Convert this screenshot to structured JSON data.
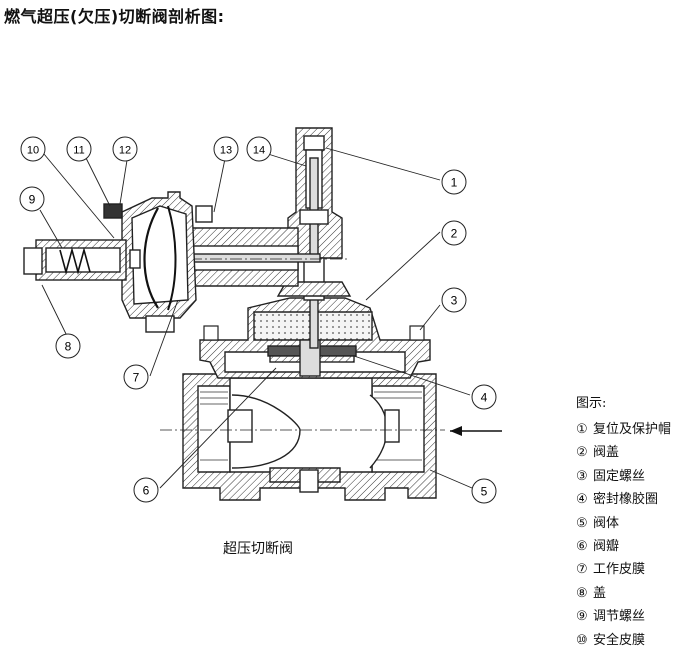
{
  "title": "燃气超压(欠压)切断阀剖析图:",
  "caption": "超压切断阀",
  "legend": {
    "title": "图示:",
    "items": [
      {
        "num": "①",
        "label": "复位及保护帽"
      },
      {
        "num": "②",
        "label": "阀盖"
      },
      {
        "num": "③",
        "label": "固定螺丝"
      },
      {
        "num": "④",
        "label": "密封橡胶圈"
      },
      {
        "num": "⑤",
        "label": "阀体"
      },
      {
        "num": "⑥",
        "label": "阀瓣"
      },
      {
        "num": "⑦",
        "label": "工作皮膜"
      },
      {
        "num": "⑧",
        "label": "盖"
      },
      {
        "num": "⑨",
        "label": "调节螺丝"
      },
      {
        "num": "⑩",
        "label": "安全皮膜"
      }
    ]
  },
  "callouts": [
    "1",
    "2",
    "3",
    "4",
    "5",
    "6",
    "7",
    "8",
    "9",
    "10",
    "11",
    "12",
    "13",
    "14"
  ]
}
